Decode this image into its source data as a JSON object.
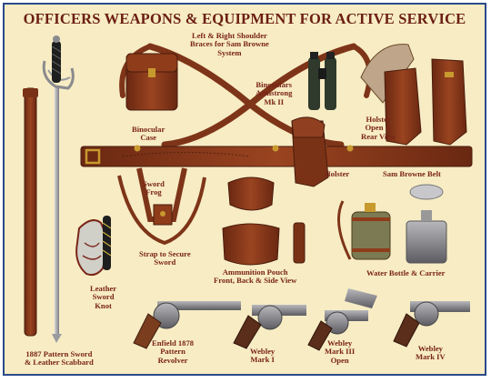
{
  "title": "OFFICERS WEAPONS & EQUIPMENT FOR ACTIVE SERVICE",
  "labels": {
    "braces": [
      "Left & Right Shoulder",
      "Braces for Sam Browne",
      "System"
    ],
    "binoculars": [
      "Binoculars",
      "Armstrong",
      "Mk II"
    ],
    "binocular_case": [
      "Binocular",
      "Case"
    ],
    "holster_views": [
      "Holster",
      "Open &",
      "Rear View"
    ],
    "sword_frog": [
      "Sword",
      "Frog"
    ],
    "holster": [
      "Holster"
    ],
    "sam_browne_belt": [
      "Sam Browne Belt"
    ],
    "strap_sword": [
      "Strap to Secure",
      "Sword"
    ],
    "ammo_pouch": [
      "Ammunition Pouch",
      "Front, Back & Side View"
    ],
    "water_bottle": [
      "Water Bottle & Carrier"
    ],
    "sword_knot": [
      "Leather",
      "Sword",
      "Knot"
    ],
    "pattern_sword": [
      "1887 Pattern Sword",
      "& Leather Scabbard"
    ],
    "enfield": [
      "Enfield 1878",
      "Pattern",
      "Revolver"
    ],
    "webley_1": [
      "Webley",
      "Mark I"
    ],
    "webley_3": [
      "Webley",
      "Mark III",
      "Open"
    ],
    "webley_4": [
      "Webley",
      "Mark IV"
    ]
  },
  "colors": {
    "background": "#f7ecc4",
    "border": "#2b4a8a",
    "title": "#6b1e12",
    "label": "#7a2418",
    "leather": "#8a3a1a",
    "leather_dark": "#5e2410",
    "brass": "#c89a2e",
    "metal": "#8a8a8e"
  }
}
